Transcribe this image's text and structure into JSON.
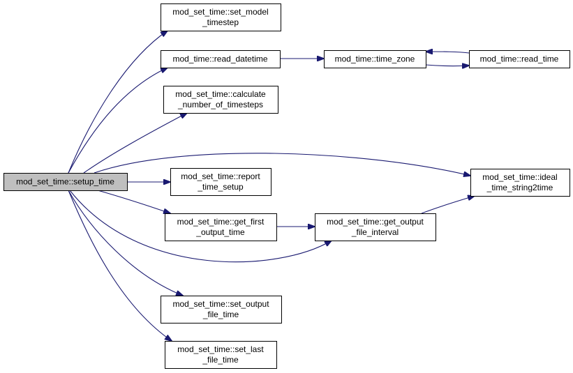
{
  "diagram": {
    "edge_color": "#191970",
    "root_fill": "#bfbfbf",
    "nodes": [
      {
        "id": "setup_time",
        "lines": [
          "mod_set_time::setup_time"
        ],
        "root": true
      },
      {
        "id": "set_model_timestep",
        "lines": [
          "mod_set_time::set_model",
          "_timestep"
        ]
      },
      {
        "id": "read_datetime",
        "lines": [
          "mod_time::read_datetime"
        ]
      },
      {
        "id": "time_zone",
        "lines": [
          "mod_time::time_zone"
        ]
      },
      {
        "id": "read_time",
        "lines": [
          "mod_time::read_time"
        ]
      },
      {
        "id": "calc_timesteps",
        "lines": [
          "mod_set_time::calculate",
          "_number_of_timesteps"
        ]
      },
      {
        "id": "ideal_time",
        "lines": [
          "mod_set_time::ideal",
          "_time_string2time"
        ]
      },
      {
        "id": "report_time",
        "lines": [
          "mod_set_time::report",
          "_time_setup"
        ]
      },
      {
        "id": "get_first_output",
        "lines": [
          "mod_set_time::get_first",
          "_output_time"
        ]
      },
      {
        "id": "get_output_interval",
        "lines": [
          "mod_set_time::get_output",
          "_file_interval"
        ]
      },
      {
        "id": "set_output_file",
        "lines": [
          "mod_set_time::set_output",
          "_file_time"
        ]
      },
      {
        "id": "set_last_file",
        "lines": [
          "mod_set_time::set_last",
          "_file_time"
        ]
      }
    ],
    "edges": [
      {
        "from": "setup_time",
        "to": "set_model_timestep"
      },
      {
        "from": "setup_time",
        "to": "read_datetime"
      },
      {
        "from": "setup_time",
        "to": "calc_timesteps"
      },
      {
        "from": "setup_time",
        "to": "ideal_time"
      },
      {
        "from": "setup_time",
        "to": "report_time"
      },
      {
        "from": "setup_time",
        "to": "get_first_output"
      },
      {
        "from": "setup_time",
        "to": "get_output_interval"
      },
      {
        "from": "setup_time",
        "to": "set_output_file"
      },
      {
        "from": "setup_time",
        "to": "set_last_file"
      },
      {
        "from": "read_datetime",
        "to": "time_zone"
      },
      {
        "from": "time_zone",
        "to": "read_time"
      },
      {
        "from": "read_time",
        "to": "time_zone"
      },
      {
        "from": "get_first_output",
        "to": "get_output_interval"
      },
      {
        "from": "get_output_interval",
        "to": "ideal_time"
      }
    ]
  }
}
